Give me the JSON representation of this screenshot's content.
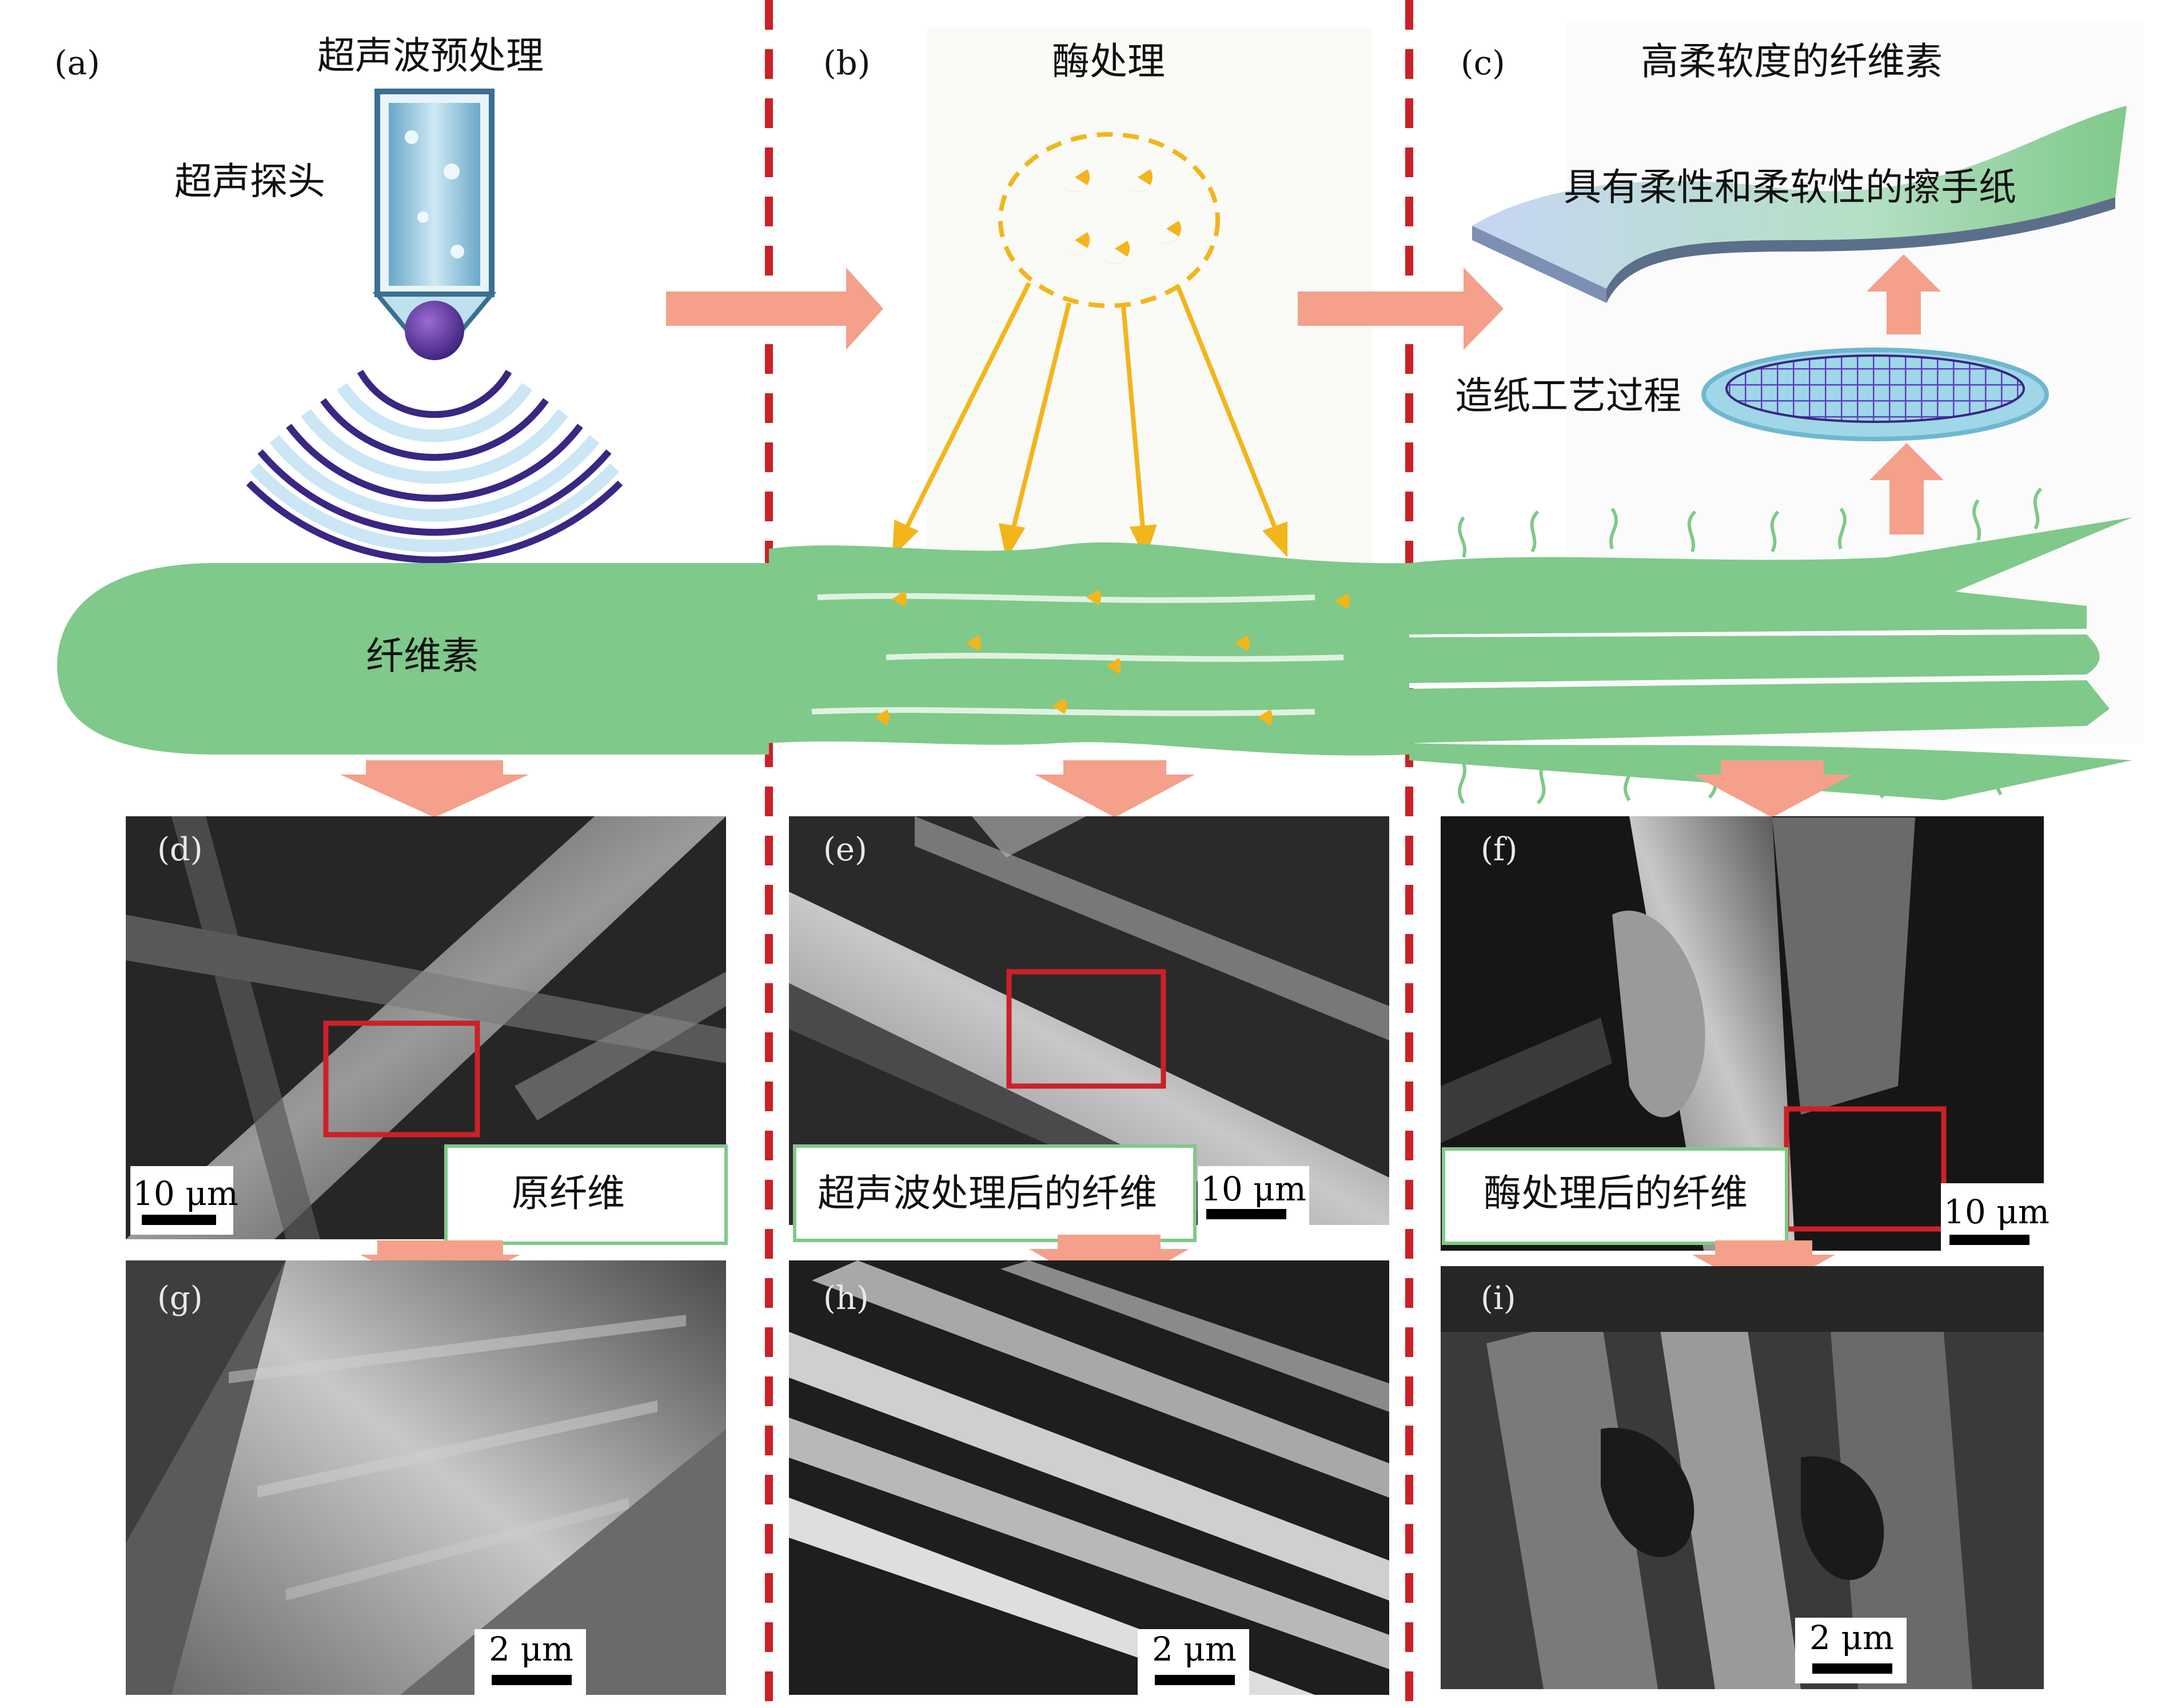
{
  "panels": {
    "a": {
      "letter": "(a)",
      "title": "超声波预处理",
      "probe_label": "超声探头",
      "fiber_label": "纤维素"
    },
    "b": {
      "letter": "(b)",
      "title": "酶处理"
    },
    "c": {
      "letter": "(c)",
      "title": "高柔软度的纤维素",
      "tissue_label": "具有柔性和柔软性的擦手纸",
      "process_label": "造纸工艺过程"
    }
  },
  "sem": {
    "d": {
      "letter": "(d)",
      "scale": "10 μm",
      "caption": "原纤维"
    },
    "e": {
      "letter": "(e)",
      "scale": "10 μm",
      "caption": "超声波处理后的纤维"
    },
    "f": {
      "letter": "(f)",
      "scale": "10 μm",
      "caption": "酶处理后的纤维"
    },
    "g": {
      "letter": "(g)",
      "scale": "2 μm"
    },
    "h": {
      "letter": "(h)",
      "scale": "2 μm"
    },
    "i": {
      "letter": "(i)",
      "scale": "2 μm"
    }
  },
  "colors": {
    "fiber": "#7fc98a",
    "arrow": "#f4a08a",
    "enzyme": "#f2b51c",
    "divider": "#cc2027",
    "roi": "#cc2027",
    "wave": "#3a2683"
  }
}
